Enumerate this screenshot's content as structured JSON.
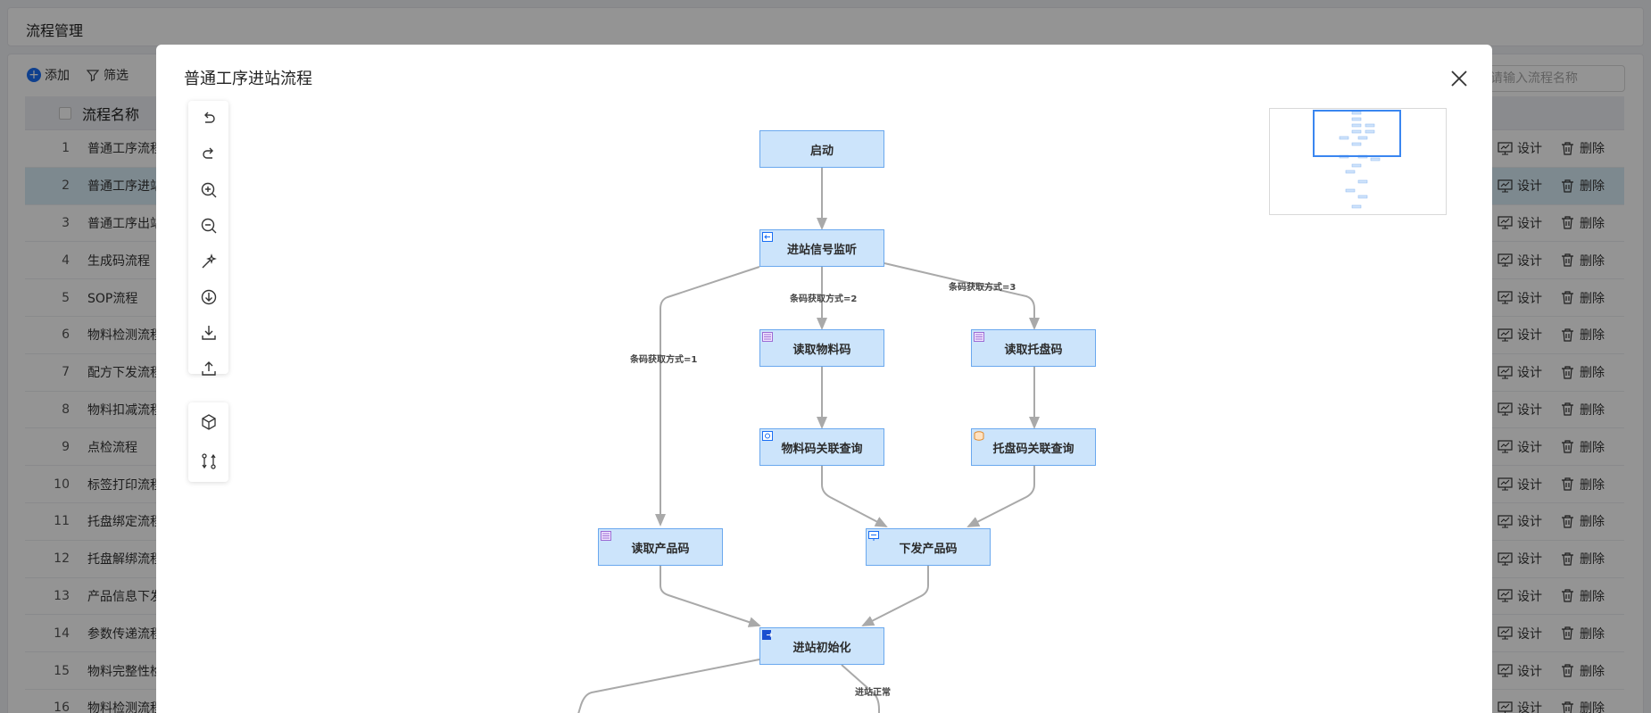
{
  "page": {
    "title": "流程管理"
  },
  "toolbar": {
    "add_label": "添加",
    "filter_label": "筛选",
    "search_placeholder": "请输入流程名称"
  },
  "table": {
    "header_name": "流程名称",
    "rows": [
      {
        "idx": "1",
        "name": "普通工序流程"
      },
      {
        "idx": "2",
        "name": "普通工序进站流程"
      },
      {
        "idx": "3",
        "name": "普通工序出站流程"
      },
      {
        "idx": "4",
        "name": "生成码流程"
      },
      {
        "idx": "5",
        "name": "SOP流程"
      },
      {
        "idx": "6",
        "name": "物料检测流程"
      },
      {
        "idx": "7",
        "name": "配方下发流程"
      },
      {
        "idx": "8",
        "name": "物料扣减流程"
      },
      {
        "idx": "9",
        "name": "点检流程"
      },
      {
        "idx": "10",
        "name": "标签打印流程"
      },
      {
        "idx": "11",
        "name": "托盘绑定流程"
      },
      {
        "idx": "12",
        "name": "托盘解绑流程"
      },
      {
        "idx": "13",
        "name": "产品信息下发流程"
      },
      {
        "idx": "14",
        "name": "参数传递流程"
      },
      {
        "idx": "15",
        "name": "物料完整性检查流程"
      },
      {
        "idx": "16",
        "name": "物料检测流程"
      }
    ],
    "design_label": "设计",
    "delete_label": "删除"
  },
  "modal": {
    "title": "普通工序进站流程",
    "tools": [
      "undo-icon",
      "redo-icon",
      "zoom-in-icon",
      "zoom-out-icon",
      "auto-layout-icon",
      "download-circle-icon",
      "export-icon",
      "import-icon",
      "cube-icon",
      "switch-icon"
    ]
  },
  "flow": {
    "nodes": {
      "start": "启动",
      "inbound_listen": "进站信号监听",
      "read_material": "读取物料码",
      "read_pallet": "读取托盘码",
      "material_query": "物料码关联查询",
      "pallet_query": "托盘码关联查询",
      "read_product": "读取产品码",
      "send_product": "下发产品码",
      "inbound_init": "进站初始化"
    },
    "edge_labels": {
      "mode1": "条码获取方式=1",
      "mode2": "条码获取方式=2",
      "mode3": "条码获取方式=3",
      "inbound_ok": "进站正常"
    }
  },
  "colors": {
    "accent": "#1a6ef4",
    "node_fill": "#cce4fb",
    "node_border": "#6aa8ee",
    "edge": "#a9a9a9",
    "selected_row": "#d8ecf7"
  }
}
